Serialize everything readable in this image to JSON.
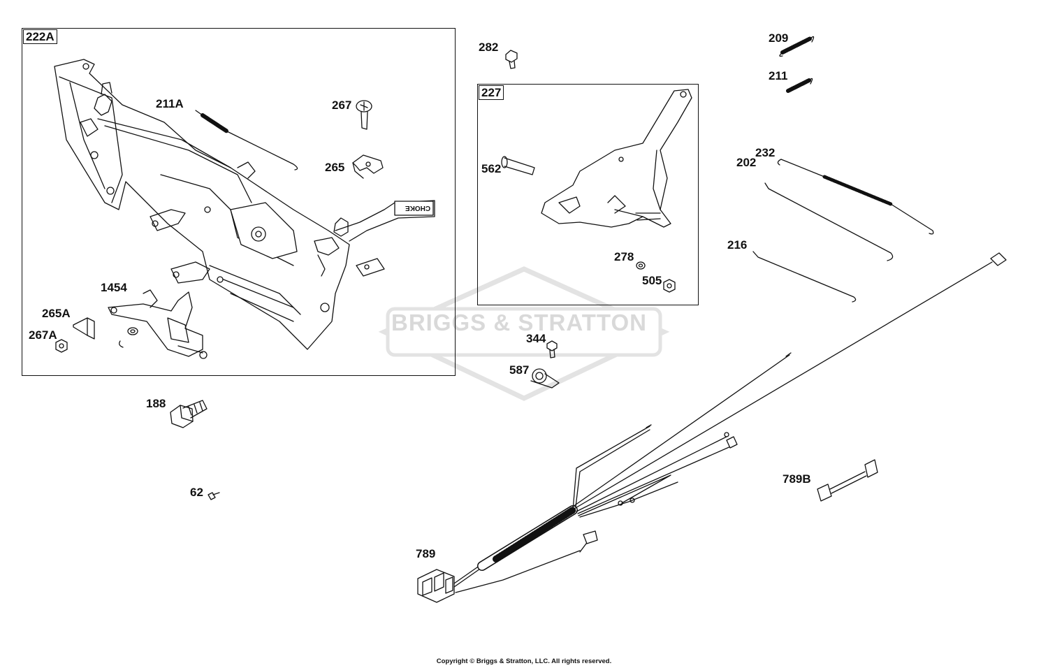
{
  "frames": {
    "frame_222a_label": "222A",
    "frame_227_label": "227"
  },
  "callouts": {
    "c211a": "211A",
    "c267": "267",
    "c265": "265",
    "c1454": "1454",
    "c265a": "265A",
    "c267a": "267A",
    "c188": "188",
    "c62": "62",
    "c282": "282",
    "c562": "562",
    "c278": "278",
    "c505": "505",
    "c344": "344",
    "c587": "587",
    "c209": "209",
    "c211": "211",
    "c232": "232",
    "c202": "202",
    "c216": "216",
    "c789b": "789B",
    "c789": "789"
  },
  "choke_decal": "CHOKE",
  "watermark": "BRIGGS & STRATTON",
  "copyright": "Copyright © Briggs & Stratton, LLC. All rights reserved."
}
